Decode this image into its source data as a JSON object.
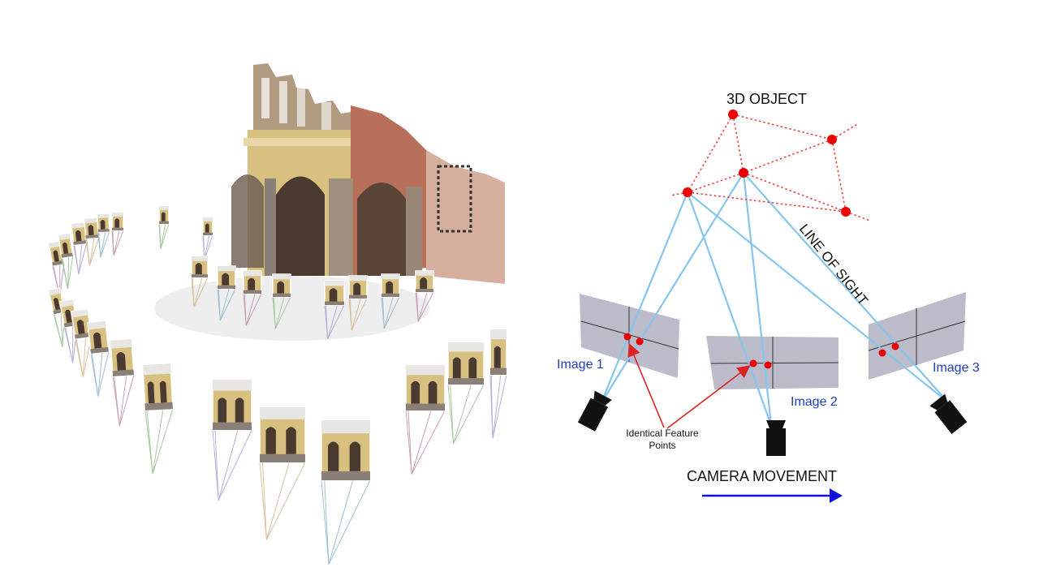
{
  "reconstruction": {
    "frustum_colors": [
      "#c9a0b8",
      "#a8c8a0",
      "#b8b0d8",
      "#d8c0a0",
      "#a0c0d0"
    ],
    "facade_colors": {
      "upper_wall": "#b09a80",
      "ochre": "#d8c080",
      "brick": "#b8705a",
      "stone": "#8a8078",
      "arch_shadow": "#4a3a30",
      "sky": "#e8e6e2"
    }
  },
  "diagram": {
    "object_label": "3D OBJECT",
    "line_of_sight_label": "LINE OF SIGHT",
    "images": [
      {
        "label": "Image 1"
      },
      {
        "label": "Image 2"
      },
      {
        "label": "Image 3"
      }
    ],
    "feature_label_line1": "Identical Feature",
    "feature_label_line2": "Points",
    "movement_label": "CAMERA MOVEMENT",
    "colors": {
      "sight_line": "#86c6ee",
      "object_point": "#ee0000",
      "object_edge": "#ee4444",
      "image_plane": "#b4b4c4",
      "image_label": "#1f3fbf",
      "arrow": "#1010dd",
      "annotation_arrow": "#dd2222",
      "camera": "#111111"
    }
  }
}
